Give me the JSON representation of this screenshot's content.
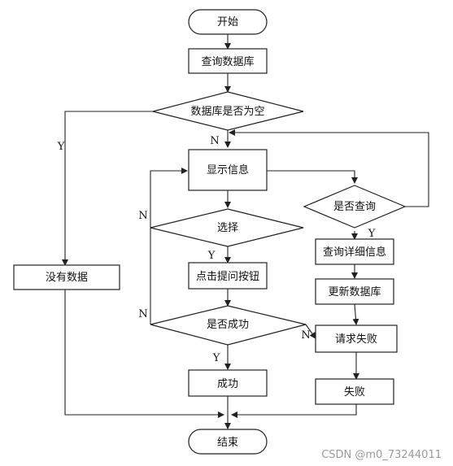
{
  "nodes": {
    "start": "开始",
    "query_db": "查询数据库",
    "db_empty": "数据库是否为空",
    "show_info": "显示信息",
    "is_query": "是否查询",
    "choose": "选择",
    "click_button": "点击提问按钮",
    "query_detail": "查询详细信息",
    "update_db": "更新数据库",
    "no_data": "没有数据",
    "is_success": "是否成功",
    "request_fail": "请求失败",
    "success": "成功",
    "fail": "失败",
    "end": "结束"
  },
  "edge_labels": {
    "empty_yes": "Y",
    "empty_no": "N",
    "query_yes": "Y",
    "choose_yes": "Y",
    "choose_no": "N",
    "success_no_left": "N",
    "success_no_right": "N",
    "success_yes": "Y"
  },
  "watermark": "CSDN @m0_73244011"
}
